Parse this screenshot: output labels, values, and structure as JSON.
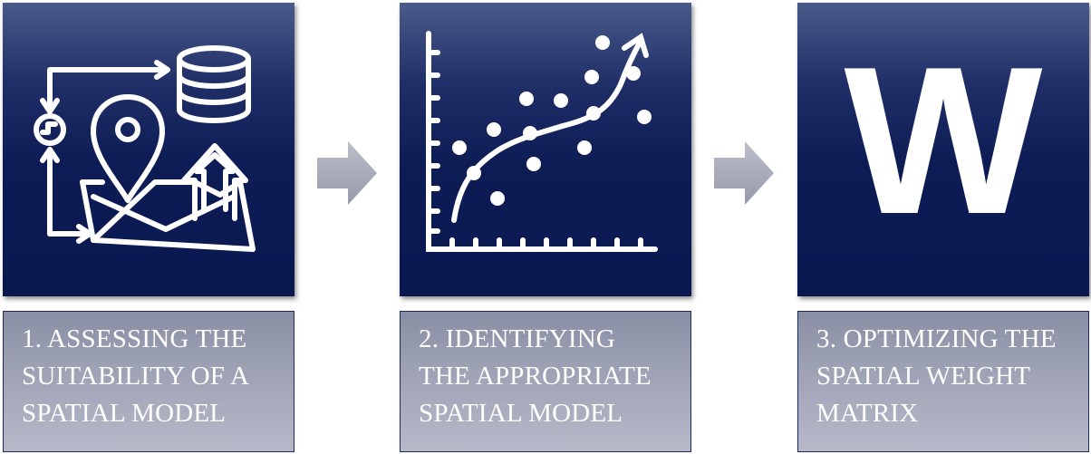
{
  "diagram": {
    "steps": [
      {
        "number": "1.",
        "lines": [
          "1. ASSESSING THE",
          "SUITABILITY OF A",
          "SPATIAL MODEL"
        ],
        "icon": "map-data-flow-icon"
      },
      {
        "number": "2.",
        "lines": [
          "2. IDENTIFYING",
          "THE APPROPRIATE",
          "SPATIAL MODEL"
        ],
        "icon": "scatter-trend-icon"
      },
      {
        "number": "3.",
        "lines": [
          "3. OPTIMIZING THE",
          "SPATIAL WEIGHT",
          "MATRIX"
        ],
        "icon": "w-letter-icon",
        "icon_text": "W"
      }
    ],
    "connectors": [
      "right-arrow",
      "right-arrow"
    ],
    "colors": {
      "tile_dark": "#0a1850",
      "tile_light": "#4a5a8a",
      "label_bg": "#9b9fb2",
      "arrow": "#a9acb8",
      "text": "#ffffff"
    }
  }
}
